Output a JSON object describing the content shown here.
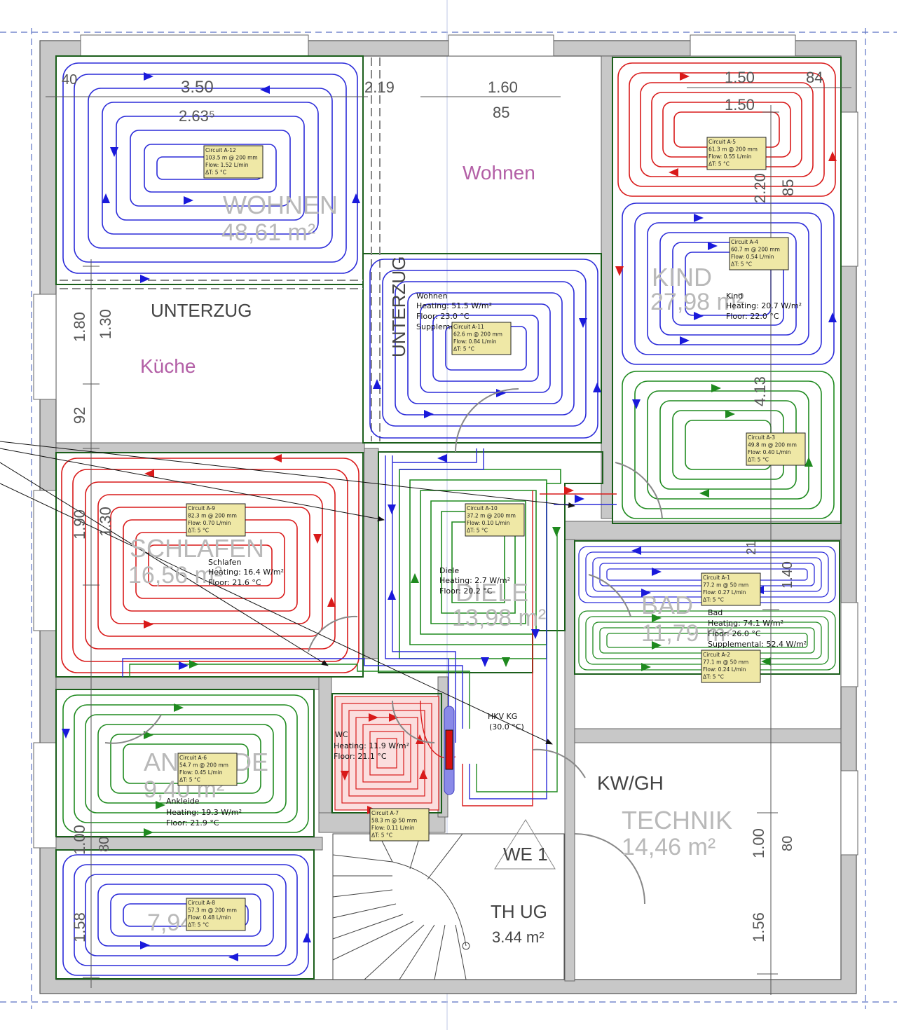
{
  "rooms": {
    "wohnen": {
      "name": "WOHNEN",
      "area": "48,61 m²"
    },
    "wohnen_pink": "Wohnen",
    "unterzug_h": "UNTERZUG",
    "unterzug_v": "UNTERZUG",
    "kueche": "Küche",
    "kind": {
      "name": "KIND",
      "area": "27,98 m²"
    },
    "schlafen": {
      "name": "SCHLAFEN",
      "area": "16,56 m²"
    },
    "diele": {
      "name": "DIELE",
      "area": "13,98 m²"
    },
    "bad": {
      "name": "BAD",
      "area": "11,79 m²"
    },
    "ankleide": {
      "name": "ANKLEIDE",
      "area": "9,40 m²"
    },
    "ankleide2": {
      "area": "7,94 m²"
    },
    "kwgh": "KW/GH",
    "technik": {
      "name": "TECHNIK",
      "area": "14,46 m²"
    },
    "we1": "WE 1",
    "thug": {
      "name": "TH UG",
      "area": "3.44 m²"
    }
  },
  "dimensions": {
    "d_40": "40",
    "d_350": "3.50",
    "d_263": "2.63⁵",
    "d_219": "2.19",
    "d_160": "1.60",
    "d_85a": "85",
    "d_150a": "1.50",
    "d_150b": "1.50",
    "d_84": "84",
    "d_220": "2.20",
    "d_85b": "85",
    "d_413": "4.13",
    "d_180": "1.80",
    "d_130a": "1.30",
    "d_92": "92",
    "d_190": "1.90",
    "d_130b": "1.30",
    "d_100a": "1.00",
    "d_80a": "80",
    "d_158": "1.58",
    "d_100b": "1.00",
    "d_80b": "80",
    "d_156": "1.56",
    "d_21": "21",
    "d_140": "1.40"
  },
  "room_info": {
    "wohnen": [
      "Wohnen",
      "Heating: 51.5 W/m²",
      "Floor: 23.0 °C",
      "Suppleme..."
    ],
    "kind": [
      "Kind",
      "Heating: 20.7 W/m²",
      "Floor: 22.0 °C"
    ],
    "schlafen": [
      "Schlafen",
      "Heating: 16.4 W/m²",
      "Floor: 21.6 °C"
    ],
    "diele": [
      "Diele",
      "Heating: 2.7 W/m²",
      "Floor: 20.2 °C"
    ],
    "bad": [
      "Bad",
      "Heating: 74.1 W/m²",
      "Floor: 26.0 °C",
      "Supplemental: 52.4 W/m²"
    ],
    "wc": [
      "WC",
      "Heating: 11.9 W/m²",
      "Floor: 21.1 °C"
    ],
    "ankleide": [
      "Ankleide",
      "Heating: 19.3 W/m²",
      "Floor: 21.9 °C"
    ]
  },
  "manifold": {
    "label": "HKV KG",
    "temp": "(30.0 °C)"
  },
  "circuits": [
    {
      "id": "Circuit A-12",
      "len": "103.5 m @ 200 mm",
      "flow": "Flow: 1.52 L/min",
      "dt": "ΔT: 5 °C"
    },
    {
      "id": "Circuit A-5",
      "len": "61.3 m @ 200 mm",
      "flow": "Flow: 0.55 L/min",
      "dt": "ΔT: 5 °C"
    },
    {
      "id": "Circuit A-4",
      "len": "60.7 m @ 200 mm",
      "flow": "Flow: 0.54 L/min",
      "dt": "ΔT: 5 °C"
    },
    {
      "id": "Circuit A-11",
      "len": "62.6 m @ 200 mm",
      "flow": "Flow: 0.84 L/min",
      "dt": "ΔT: 5 °C"
    },
    {
      "id": "Circuit A-3",
      "len": "49.8 m @ 200 mm",
      "flow": "Flow: 0.40 L/min",
      "dt": "ΔT: 5 °C"
    },
    {
      "id": "Circuit A-9",
      "len": "82.3 m @ 200 mm",
      "flow": "Flow: 0.70 L/min",
      "dt": "ΔT: 5 °C"
    },
    {
      "id": "Circuit A-10",
      "len": "37.2 m @ 200 mm",
      "flow": "Flow: 0.10 L/min",
      "dt": "ΔT: 5 °C"
    },
    {
      "id": "Circuit A-1",
      "len": "77.2 m @ 50 mm",
      "flow": "Flow: 0.27 L/min",
      "dt": "ΔT: 5 °C"
    },
    {
      "id": "Circuit A-2",
      "len": "77.1 m @ 50 mm",
      "flow": "Flow: 0.24 L/min",
      "dt": "ΔT: 5 °C"
    },
    {
      "id": "Circuit A-6",
      "len": "54.7 m @ 200 mm",
      "flow": "Flow: 0.45 L/min",
      "dt": "ΔT: 5 °C"
    },
    {
      "id": "Circuit A-7",
      "len": "58.3 m @ 50 mm",
      "flow": "Flow: 0.11 L/min",
      "dt": "ΔT: 5 °C"
    },
    {
      "id": "Circuit A-8",
      "len": "57.3 m @ 200 mm",
      "flow": "Flow: 0.48 L/min",
      "dt": "ΔT: 5 °C"
    }
  ],
  "colors": {
    "supply": "#d91a1a",
    "return": "#1a1adb",
    "green": "#1f8a1f",
    "wall": "#c8c8c8",
    "wall_edge": "#666666",
    "room_border": "#1b5e1b"
  }
}
